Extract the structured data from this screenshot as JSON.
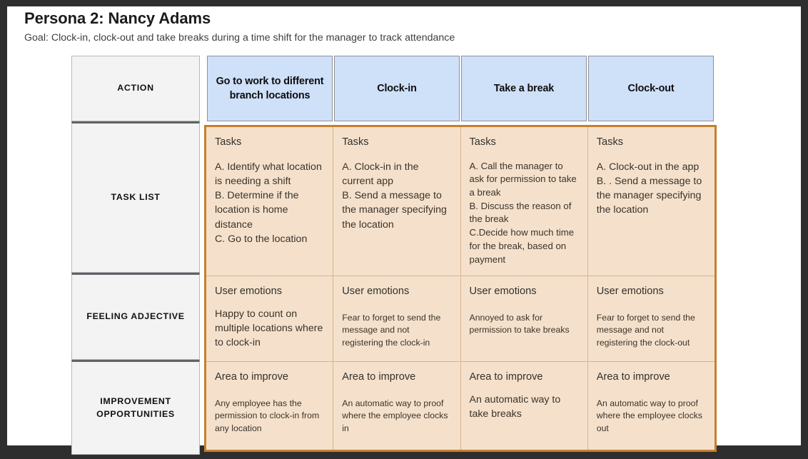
{
  "slide": {
    "title": "Persona 2: Nancy  Adams",
    "goal": "Goal: Clock-in, clock-out and take breaks during a time shift for the manager to track attendance"
  },
  "colors": {
    "frame": "#2e2e2e",
    "slide_background": "#ffffff",
    "header_cell": "#cfe0f9",
    "label_cell": "#f3f3f3",
    "data_panel": "#f5e1cb",
    "data_panel_border": "#c4802e",
    "divider": "#d7b489",
    "label_border": "#b9b9b9",
    "thick_divider": "#5f6368"
  },
  "matrix": {
    "corner_label": "ACTION",
    "columns": [
      "Go to work to different branch locations",
      "Clock-in",
      "Take a break",
      "Clock-out"
    ],
    "row_labels": [
      "TASK LIST",
      "FEELING ADJECTIVE",
      "IMPROVEMENT OPPORTUNITIES"
    ],
    "rows": [
      {
        "label": "TASK LIST",
        "cells": [
          {
            "heading": "Tasks",
            "body": "A. Identify what location is needing a shift\nB. Determine if the location is home distance\nC. Go to the location",
            "size": "lg"
          },
          {
            "heading": "Tasks",
            "body": "A. Clock-in in the current app\nB. Send a message to the manager specifying the location",
            "size": "lg"
          },
          {
            "heading": "Tasks",
            "body": "A. Call the manager to ask for permission to take a break\nB. Discuss the reason of the break\nC.Decide how much time for the break, based on payment",
            "size": "md"
          },
          {
            "heading": "Tasks",
            "body": "A. Clock-out in the app\nB. . Send a message to the manager specifying the location",
            "size": "lg"
          }
        ]
      },
      {
        "label": "FEELING ADJECTIVE",
        "cells": [
          {
            "heading": "User emotions",
            "body": "Happy to count on multiple locations where to clock-in",
            "size": "lg"
          },
          {
            "heading": "User emotions",
            "body": "Fear to forget to send the message and not registering the clock-in",
            "size": "sm"
          },
          {
            "heading": "User emotions",
            "body": "Annoyed to ask for permission to take breaks",
            "size": "sm"
          },
          {
            "heading": "User emotions",
            "body": "Fear to forget to send the message and not registering the clock-out",
            "size": "sm"
          }
        ]
      },
      {
        "label": "IMPROVEMENT OPPORTUNITIES",
        "cells": [
          {
            "heading": "Area to improve",
            "body": "Any employee has the permission to clock-in from any location",
            "size": "sm"
          },
          {
            "heading": "Area to improve",
            "body": "An automatic way to proof where the employee clocks in",
            "size": "sm"
          },
          {
            "heading": "Area to improve",
            "body": "An automatic way to take breaks",
            "size": "lg"
          },
          {
            "heading": "Area to improve",
            "body": "An automatic way to proof where the employee clocks out",
            "size": "sm"
          }
        ]
      }
    ]
  }
}
